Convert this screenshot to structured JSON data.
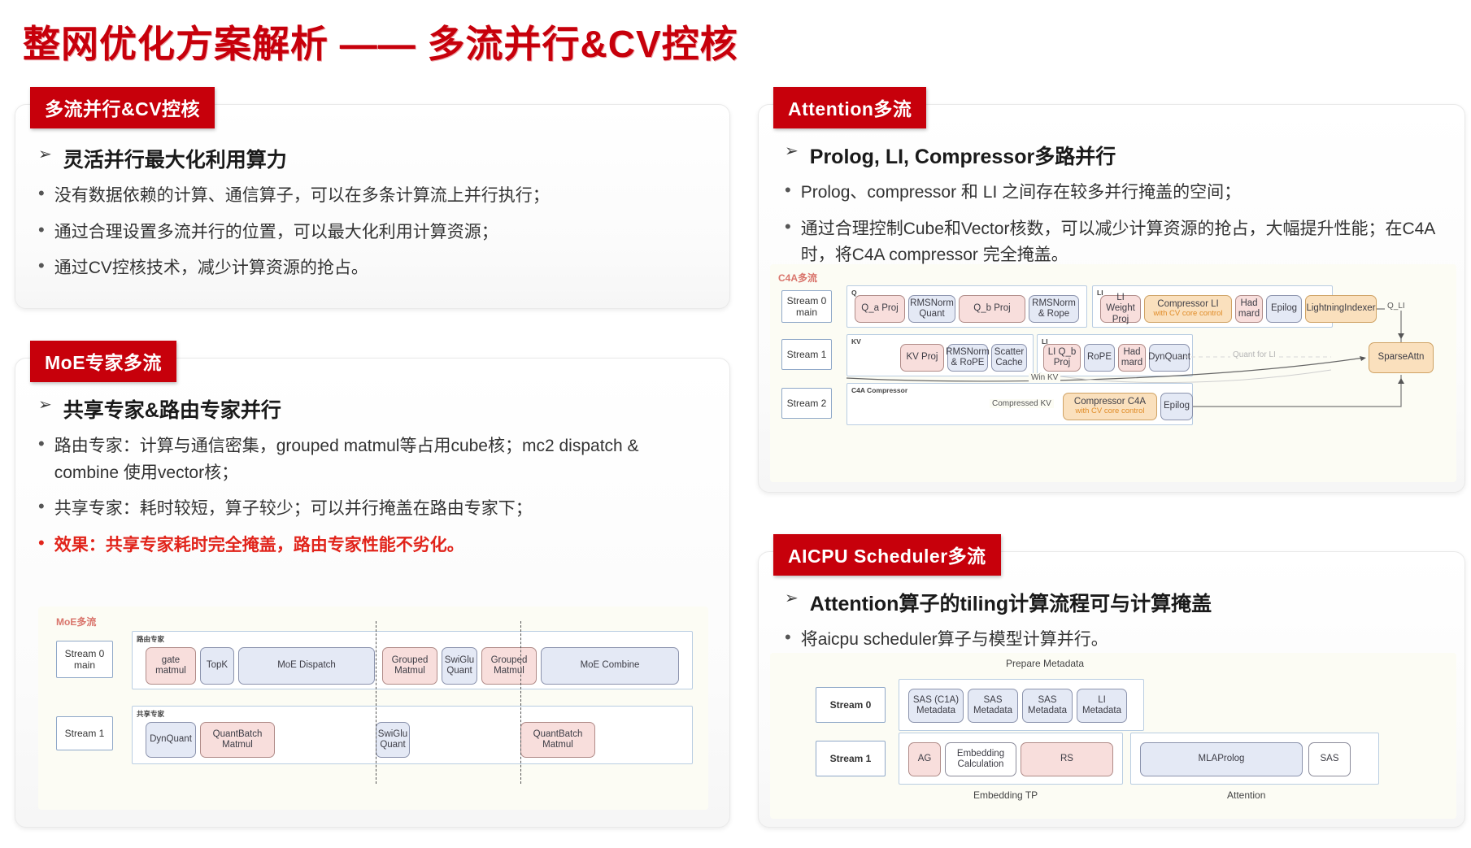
{
  "slide": {
    "title": "整网优化方案解析 —— 多流并行&CV控核",
    "accent_red": "#c7000b",
    "text_red": "#e1241b"
  },
  "cards": {
    "multistream_cv": {
      "badge": "多流并行&CV控核",
      "heading": "灵活并行最大化利用算力",
      "arrow": "➢",
      "bullets": [
        "没有数据依赖的计算、通信算子，可以在多条计算流上并行执行；",
        "通过合理设置多流并行的位置，可以最大化利用计算资源；",
        "通过CV控核技术，减少计算资源的抢占。"
      ]
    },
    "moe": {
      "badge": "MoE专家多流",
      "heading": "共享专家&路由专家并行",
      "arrow": "➢",
      "bullets": [
        "路由专家：计算与通信密集，grouped matmul等占用cube核；mc2 dispatch & combine 使用vector核；",
        "共享专家：耗时较短，算子较少；可以并行掩盖在路由专家下；"
      ],
      "bullet_red": "效果：共享专家耗时完全掩盖，路由专家性能不劣化。"
    },
    "attention": {
      "badge": "Attention多流",
      "heading": "Prolog, LI, Compressor多路并行",
      "arrow": "➢",
      "bullets": [
        "Prolog、compressor 和 LI 之间存在较多并行掩盖的空间；",
        "通过合理控制Cube和Vector核数，可以减少计算资源的抢占，大幅提升性能；在C4A时，将C4A compressor 完全掩盖。"
      ]
    },
    "aicpu": {
      "badge": "AICPU Scheduler多流",
      "heading": "Attention算子的tiling计算流程可与计算掩盖",
      "arrow": "➢",
      "bullets": [
        "将aicpu scheduler算子与模型计算并行。"
      ]
    }
  },
  "moe_diagram": {
    "caption": "MoE多流",
    "streams": [
      {
        "name": "Stream 0\nmain",
        "line1": "Stream 0",
        "line2": "main"
      },
      {
        "name": "Stream 1",
        "line1": "Stream 1",
        "line2": ""
      }
    ],
    "group_routing_tag": "路由专家",
    "group_shared_tag": "共享专家",
    "row0_nodes": [
      {
        "label": "gate matmul",
        "l1": "gate",
        "l2": "matmul",
        "color": "pink"
      },
      {
        "label": "TopK",
        "l1": "TopK",
        "l2": "",
        "color": "blue"
      },
      {
        "label": "MoE Dispatch",
        "l1": "MoE Dispatch",
        "l2": "",
        "color": "blue"
      },
      {
        "label": "Grouped Matmul",
        "l1": "Grouped",
        "l2": "Matmul",
        "color": "pink"
      },
      {
        "label": "SwiGlu Quant",
        "l1": "SwiGlu",
        "l2": "Quant",
        "color": "blue"
      },
      {
        "label": "Grouped Matmul",
        "l1": "Grouped",
        "l2": "Matmul",
        "color": "pink"
      },
      {
        "label": "MoE Combine",
        "l1": "MoE Combine",
        "l2": "",
        "color": "blue"
      }
    ],
    "row1_nodes": [
      {
        "label": "DynQuant",
        "l1": "DynQuant",
        "l2": "",
        "color": "blue"
      },
      {
        "label": "QuantBatch Matmul",
        "l1": "QuantBatch",
        "l2": "Matmul",
        "color": "pink"
      },
      {
        "label": "SwiGlu Quant",
        "l1": "SwiGlu",
        "l2": "Quant",
        "color": "blue"
      },
      {
        "label": "QuantBatch Matmul",
        "l1": "QuantBatch",
        "l2": "Matmul",
        "color": "pink"
      }
    ]
  },
  "c4a_diagram": {
    "caption": "C4A多流",
    "streams": [
      {
        "l1": "Stream 0",
        "l2": "main"
      },
      {
        "l1": "Stream 1",
        "l2": ""
      },
      {
        "l1": "Stream 2",
        "l2": ""
      }
    ],
    "group_tags": {
      "q": "Q",
      "li_top": "LI",
      "kv": "KV",
      "li_bottom": "LI",
      "c4a": "C4A Compressor"
    },
    "row0_q_nodes": [
      {
        "l1": "Q_a Proj",
        "l2": "",
        "color": "pink"
      },
      {
        "l1": "RMSNorm",
        "l2": "Quant",
        "color": "blue"
      },
      {
        "l1": "Q_b Proj",
        "l2": "",
        "color": "pink"
      },
      {
        "l1": "RMSNorm",
        "l2": "& Rope",
        "color": "blue"
      }
    ],
    "row0_li_nodes": [
      {
        "l1": "LI Weight",
        "l2": "Proj",
        "color": "pink"
      },
      {
        "l1": "Compressor LI",
        "l2": "with CV core control",
        "color": "orange",
        "sub": true
      },
      {
        "l1": "Had",
        "l2": "mard",
        "color": "pink"
      },
      {
        "l1": "Epilog",
        "l2": "",
        "color": "blue"
      },
      {
        "l1": "LightningIndexer",
        "l2": "",
        "color": "orange"
      }
    ],
    "row1_kv_nodes": [
      {
        "l1": "KV Proj",
        "l2": "",
        "color": "pink"
      },
      {
        "l1": "RMSNorm",
        "l2": "& RoPE",
        "color": "blue"
      },
      {
        "l1": "Scatter",
        "l2": "Cache",
        "color": "blue"
      }
    ],
    "row1_li_nodes": [
      {
        "l1": "LI Q_b",
        "l2": "Proj",
        "color": "pink"
      },
      {
        "l1": "RoPE",
        "l2": "",
        "color": "blue"
      },
      {
        "l1": "Had",
        "l2": "mard",
        "color": "pink"
      },
      {
        "l1": "DynQuant",
        "l2": "",
        "color": "blue"
      }
    ],
    "row2_nodes": [
      {
        "l1": "Compressor C4A",
        "l2": "with CV core control",
        "color": "orange",
        "sub": true
      },
      {
        "l1": "Epilog",
        "l2": "",
        "color": "blue"
      }
    ],
    "sparse_attn": "SparseAttn",
    "edges": {
      "q_li": "Q_LI",
      "quant_for_li": "Quant for LI",
      "win_kv": "Win KV",
      "compressed_kv": "Compressed KV"
    }
  },
  "aicpu_diagram": {
    "title": "Prepare Metadata",
    "streams": [
      {
        "l1": "Stream 0"
      },
      {
        "l1": "Stream 1"
      }
    ],
    "row0_nodes": [
      {
        "l1": "SAS (C1A)",
        "l2": "Metadata",
        "color": "blue"
      },
      {
        "l1": "SAS",
        "l2": "Metadata",
        "color": "blue"
      },
      {
        "l1": "SAS",
        "l2": "Metadata",
        "color": "blue"
      },
      {
        "l1": "LI",
        "l2": "Metadata",
        "color": "blue"
      }
    ],
    "row1_embedding_nodes": [
      {
        "l1": "AG",
        "l2": "",
        "color": "pink"
      },
      {
        "l1": "Embedding",
        "l2": "Calculation",
        "color": "white"
      },
      {
        "l1": "RS",
        "l2": "",
        "color": "pink"
      }
    ],
    "row1_attention_nodes": [
      {
        "l1": "MLAProlog",
        "l2": "",
        "color": "blue"
      },
      {
        "l1": "SAS",
        "l2": "",
        "color": "white"
      }
    ],
    "labels": {
      "embedding_tp": "Embedding TP",
      "attention": "Attention"
    }
  }
}
